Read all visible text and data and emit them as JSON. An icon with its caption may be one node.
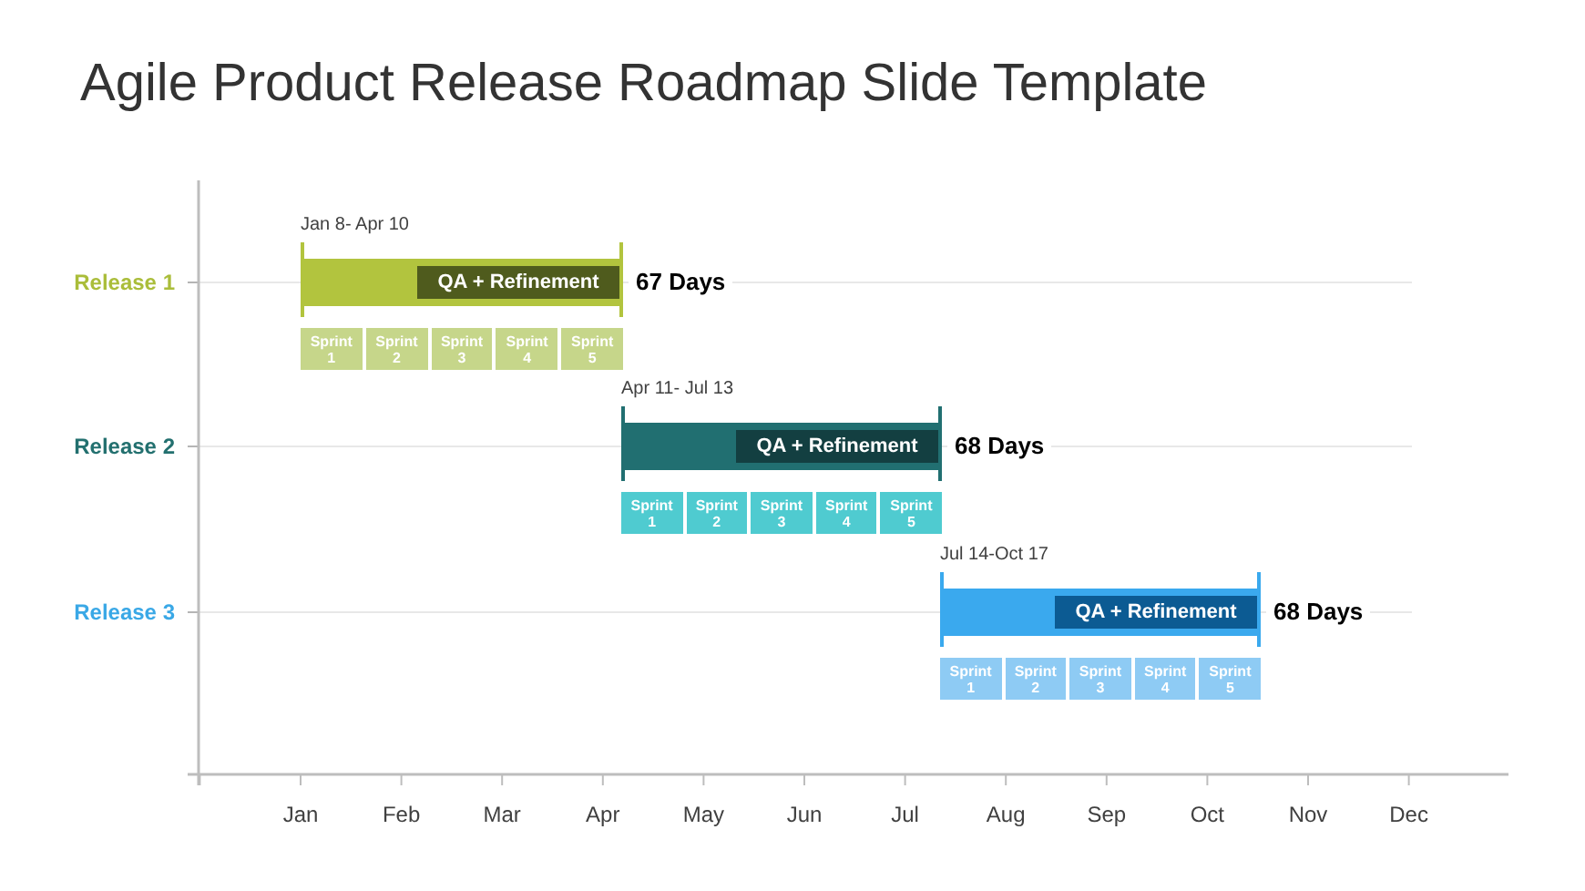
{
  "diagram": {
    "title": "Agile Product Release Roadmap Slide Template",
    "nodes": [
      {
        "text": [],
        "shape": "bar",
        "beside": [
          "Jan 8- Apr 10",
          "67 Days"
        ]
      },
      {
        "text": [
          "QA + Refinement"
        ],
        "in": 0
      },
      {
        "text": [
          "Sprint 1"
        ]
      },
      {
        "text": [
          "Sprint 2"
        ]
      },
      {
        "text": [
          "Sprint 3"
        ]
      },
      {
        "text": [
          "Sprint 4"
        ]
      },
      {
        "text": [
          "Sprint 5"
        ]
      },
      {
        "text": [],
        "shape": "bar",
        "beside": [
          "Apr 11- Jul 13",
          "68 Days"
        ]
      },
      {
        "text": [
          "QA + Refinement"
        ],
        "in": 7
      },
      {
        "text": [
          "Sprint 1"
        ]
      },
      {
        "text": [
          "Sprint 2"
        ]
      },
      {
        "text": [
          "Sprint 3"
        ]
      },
      {
        "text": [
          "Sprint 4"
        ]
      },
      {
        "text": [
          "Sprint 5"
        ]
      },
      {
        "text": [],
        "shape": "bar",
        "beside": [
          "Jul 14-Oct 17",
          "68 Days"
        ]
      },
      {
        "text": [
          "QA + Refinement"
        ],
        "in": 14
      },
      {
        "text": [
          "Sprint 1"
        ]
      },
      {
        "text": [
          "Sprint 2"
        ]
      },
      {
        "text": [
          "Sprint 3"
        ]
      },
      {
        "text": [
          "Sprint 4"
        ]
      },
      {
        "text": [
          "Sprint 5"
        ]
      }
    ],
    "labels": [
      "Release 1",
      "Release 2",
      "Release 3",
      "Jan",
      "Feb",
      "Mar",
      "Apr",
      "May",
      "Jun",
      "Jul",
      "Aug",
      "Sep",
      "Oct",
      "Nov",
      "Dec"
    ]
  }
}
